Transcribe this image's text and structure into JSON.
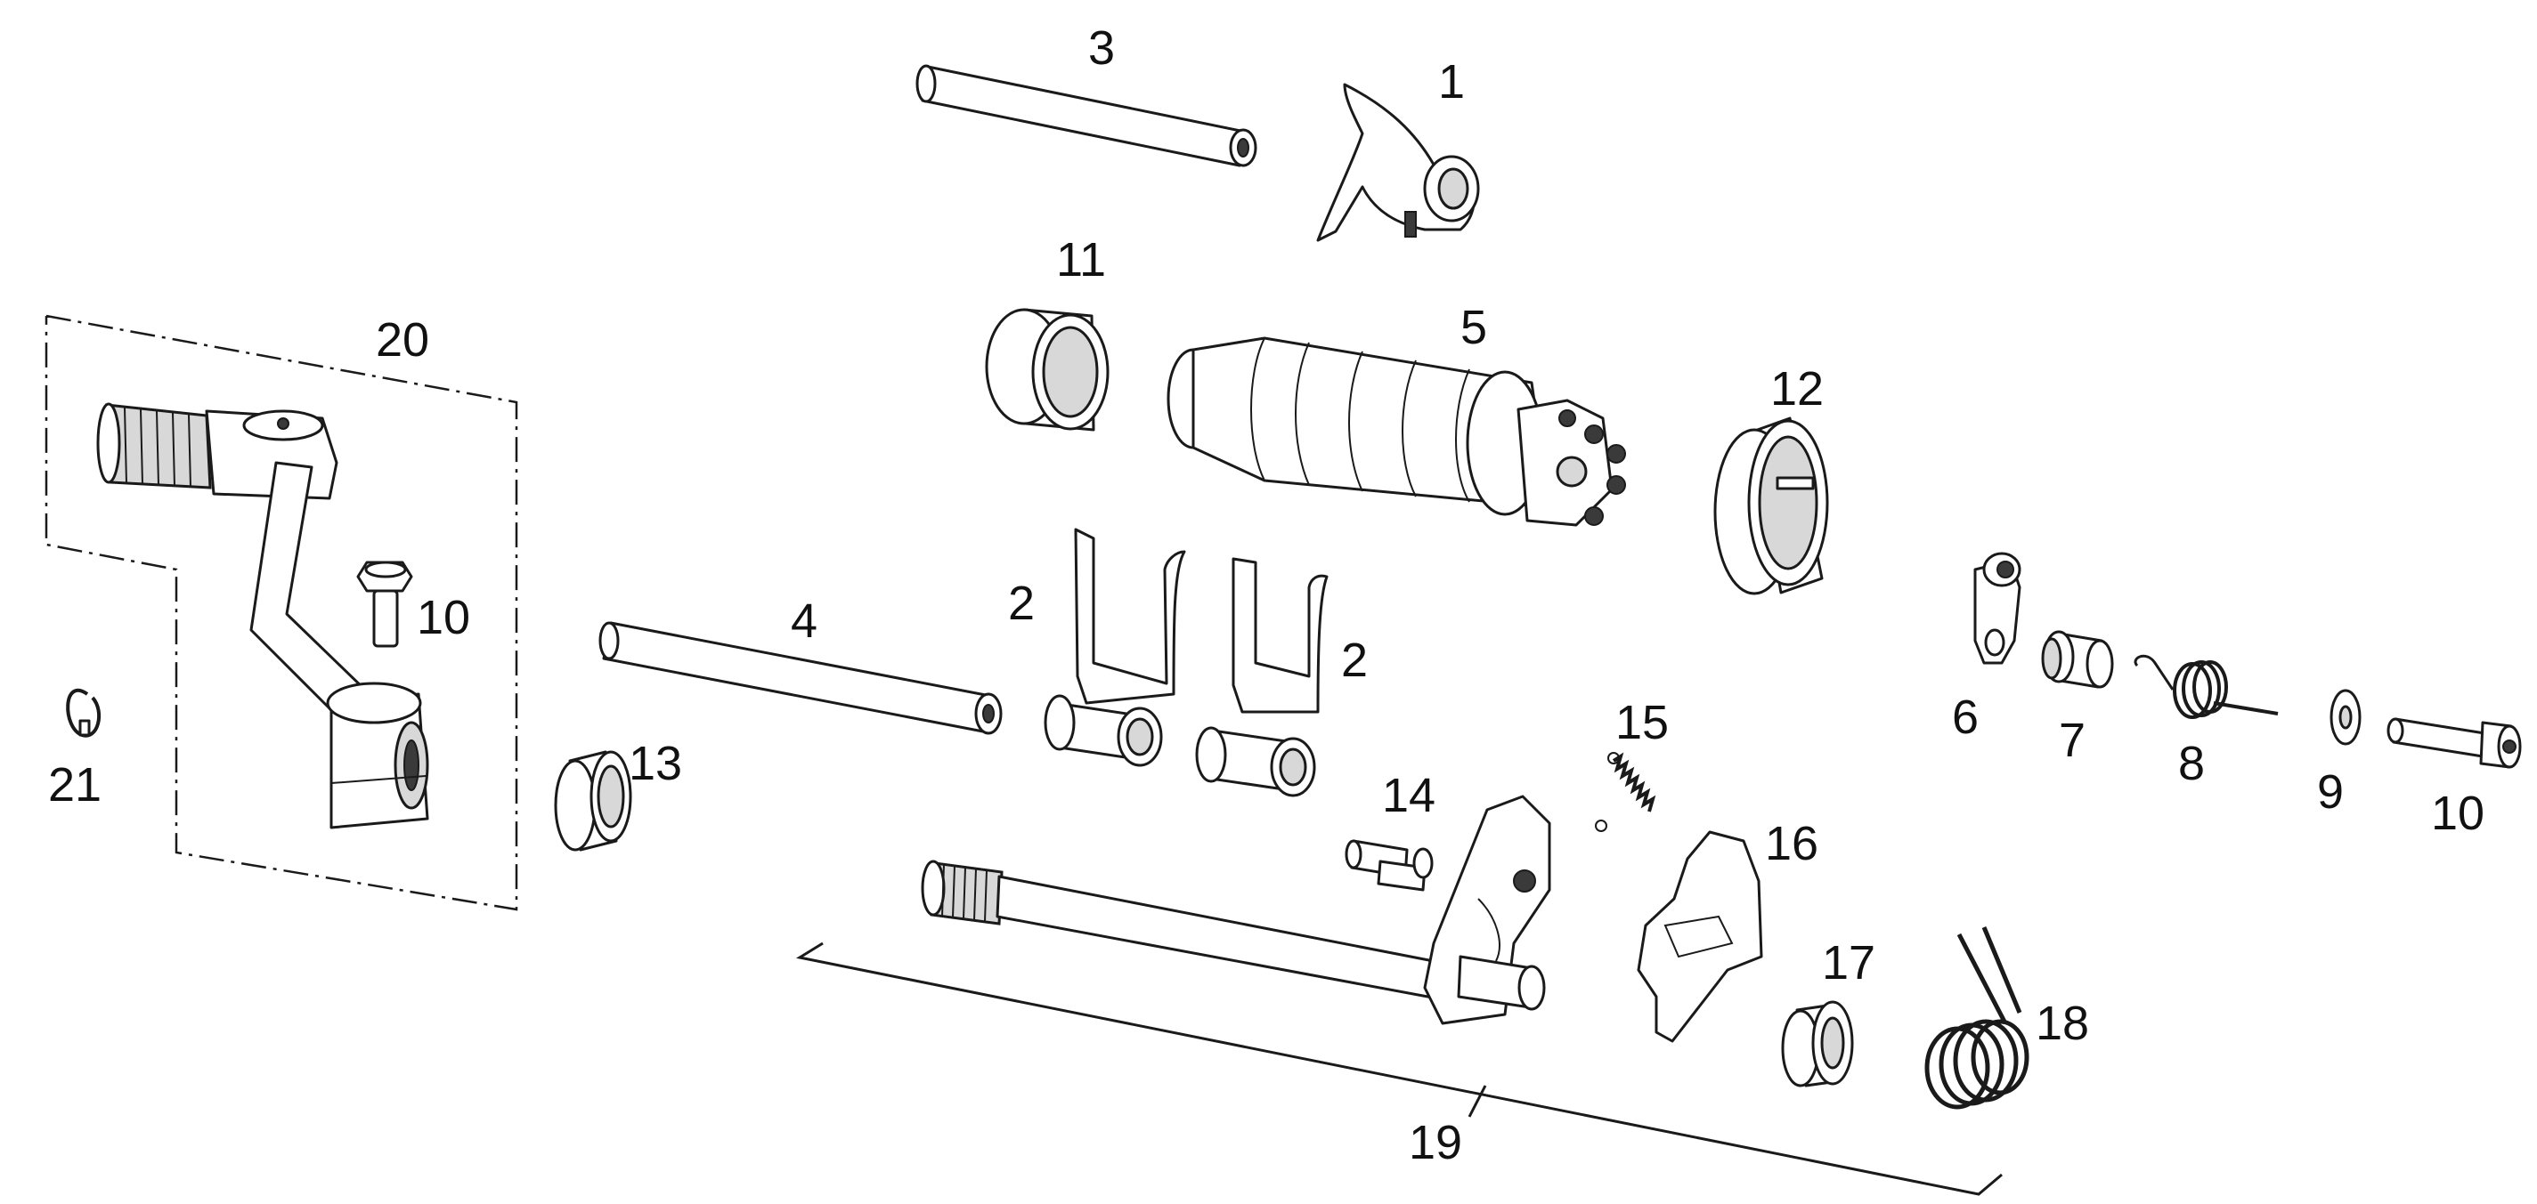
{
  "labels": {
    "p1": "1",
    "p2a": "2",
    "p2b": "2",
    "p3": "3",
    "p4": "4",
    "p5": "5",
    "p6": "6",
    "p7": "7",
    "p8": "8",
    "p9": "9",
    "p10a": "10",
    "p10b": "10",
    "p11": "11",
    "p12": "12",
    "p13": "13",
    "p14": "14",
    "p15": "15",
    "p16": "16",
    "p17": "17",
    "p18": "18",
    "p19": "19",
    "p20": "20",
    "p21": "21"
  }
}
